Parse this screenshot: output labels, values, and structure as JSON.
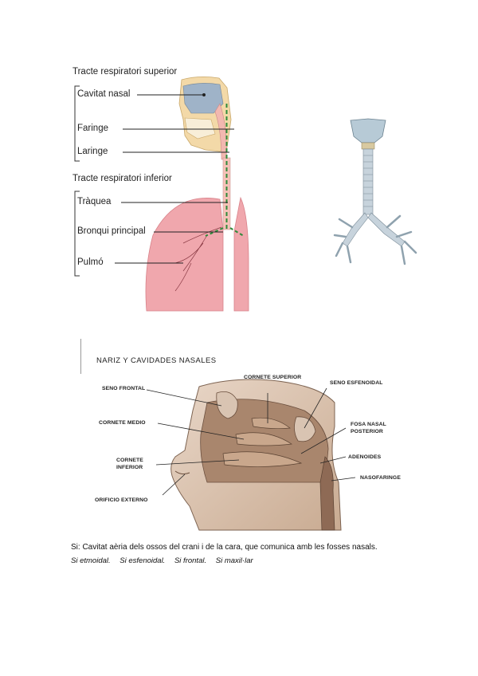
{
  "respiratory": {
    "upper_title": "Tracte respiratori superior",
    "lower_title": "Tracte respiratori inferior",
    "labels": {
      "nasal_cavity": "Cavitat nasal",
      "pharynx": "Faringe",
      "larynx": "Laringe",
      "trachea": "Tràquea",
      "main_bronchus": "Bronqui principal",
      "lung": "Pulmó"
    }
  },
  "nasal": {
    "title": "NARIZ Y CAVIDADES NASALES",
    "labels": {
      "cornete_superior": "CORNETE SUPERIOR",
      "seno_frontal": "SENO FRONTAL",
      "seno_esfenoidal": "SENO ESFENOIDAL",
      "cornete_medio": "CORNETE MEDIO",
      "fosa_nasal_1": "FOSA NASAL",
      "fosa_nasal_2": "POSTERIOR",
      "cornete_inferior_1": "CORNETE",
      "cornete_inferior_2": "INFERIOR",
      "adenoides": "ADENOIDES",
      "nasofaringe": "NASOFARINGE",
      "orificio_externo": "ORIFICIO EXTERNO"
    }
  },
  "text": {
    "definition": "Si: Cavitat aèria dels ossos del crani i de la cara, que comunica amb les fosses nasals.",
    "sinus_types": [
      "Si etmoidal.",
      "Si esfenoidal.",
      "Si frontal.",
      "Si maxil·lar"
    ]
  }
}
